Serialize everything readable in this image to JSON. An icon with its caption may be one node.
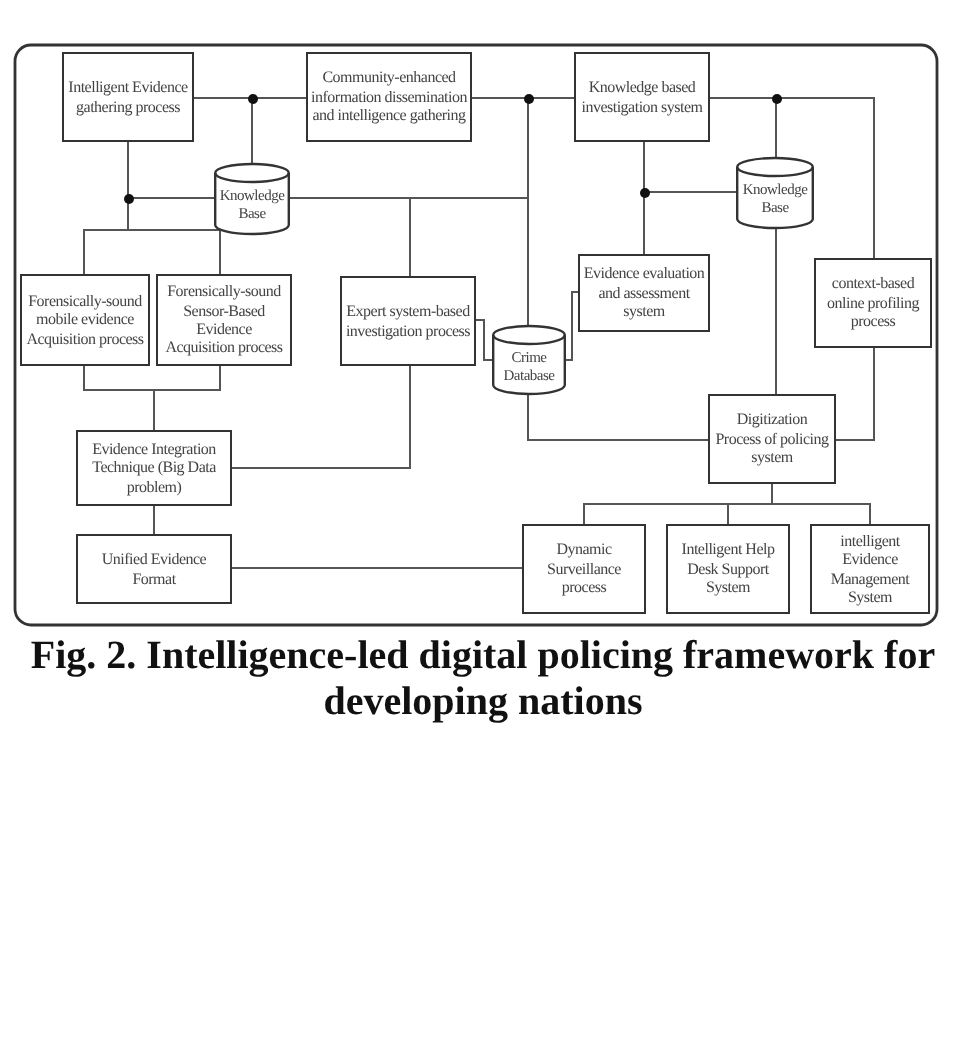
{
  "diagram": {
    "caption": "Fig. 2. Intelligence-led digital policing framework for developing nations",
    "nodes": [
      {
        "text": [
          "Intelligent Evidence gathering process"
        ]
      },
      {
        "text": [
          "Community-enhanced information dissemination and intelligence gathering"
        ]
      },
      {
        "text": [
          "Knowledge based investigation system"
        ]
      },
      {
        "text": [
          "Knowledge Base"
        ]
      },
      {
        "text": [
          "Knowledge Base"
        ]
      },
      {
        "text": [
          "Forensically-sound mobile evidence Acquisition process"
        ]
      },
      {
        "text": [
          "Forensically-sound Sensor-Based Evidence Acquisition process"
        ]
      },
      {
        "text": [
          "Expert system-based investigation process"
        ]
      },
      {
        "text": [
          "Evidence evaluation and assessment system"
        ]
      },
      {
        "text": [
          "context-based online profiling process"
        ]
      },
      {
        "text": [
          "Crime Database"
        ]
      },
      {
        "text": [
          "Digitization Process of policing system"
        ]
      },
      {
        "text": [
          "Evidence Integration Technique (Big Data problem)"
        ]
      },
      {
        "text": [
          "Unified Evidence Format"
        ]
      },
      {
        "text": [
          "Dynamic Surveillance process"
        ]
      },
      {
        "text": [
          "Intelligent Help Desk Support System"
        ]
      },
      {
        "text": [
          "intelligent Evidence Management System"
        ]
      }
    ],
    "edges": [
      {
        "from": 0,
        "to": 1,
        "arrow": "none"
      },
      {
        "from": 1,
        "to": 2,
        "arrow": "none"
      },
      {
        "from": 2,
        "to": 9,
        "arrow": "none"
      },
      {
        "from": 3,
        "to": 0,
        "arrow": "none"
      },
      {
        "from": 0,
        "to": 5,
        "arrow": "none"
      },
      {
        "from": 0,
        "to": 6,
        "arrow": "none"
      },
      {
        "from": 0,
        "to": 3,
        "arrow": "none"
      },
      {
        "from": 3,
        "to": 7,
        "arrow": "none"
      },
      {
        "from": 3,
        "to": 10,
        "arrow": "none"
      },
      {
        "from": 2,
        "to": 10,
        "arrow": "none"
      },
      {
        "from": 2,
        "to": 8,
        "arrow": "none"
      },
      {
        "from": 4,
        "to": 8,
        "arrow": "none"
      },
      {
        "from": 4,
        "to": 2,
        "arrow": "none"
      },
      {
        "from": 4,
        "to": 11,
        "arrow": "none"
      },
      {
        "from": 7,
        "to": 10,
        "arrow": "none"
      },
      {
        "from": 10,
        "to": 8,
        "arrow": "none"
      },
      {
        "from": 10,
        "to": 11,
        "arrow": "none"
      },
      {
        "from": 9,
        "to": 11,
        "arrow": "none"
      },
      {
        "from": 11,
        "to": 14,
        "arrow": "none"
      },
      {
        "from": 11,
        "to": 15,
        "arrow": "none"
      },
      {
        "from": 11,
        "to": 16,
        "arrow": "none"
      },
      {
        "from": 5,
        "to": 12,
        "arrow": "none"
      },
      {
        "from": 6,
        "to": 12,
        "arrow": "none"
      },
      {
        "from": 7,
        "to": 12,
        "arrow": "none"
      },
      {
        "from": 12,
        "to": 13,
        "arrow": "none"
      },
      {
        "from": 13,
        "to": 14,
        "arrow": "none"
      }
    ]
  }
}
